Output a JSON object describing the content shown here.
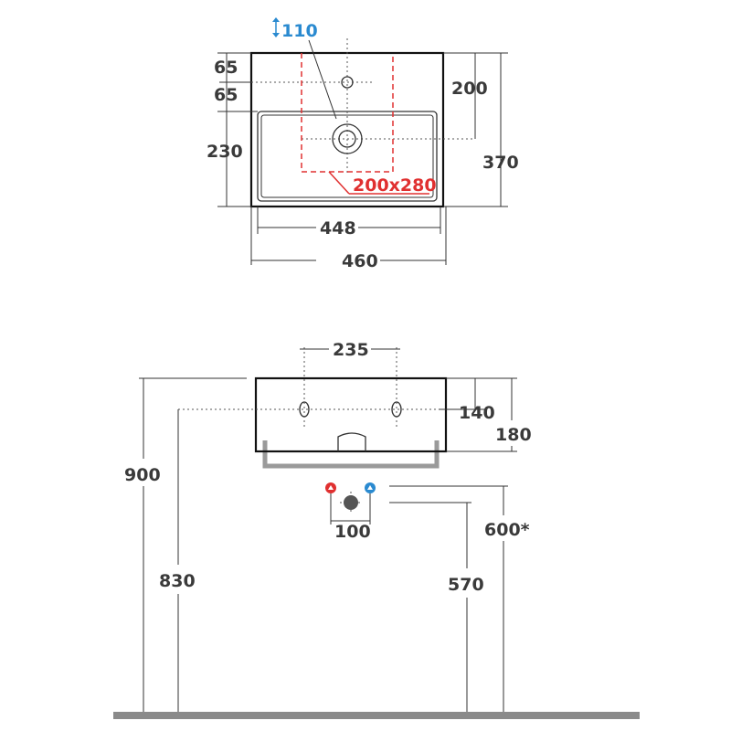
{
  "top_view": {
    "tap_hole_height": "110",
    "tap_offset_top": "65",
    "drain_offset_from_tap": "65",
    "inner_bowl_depth": "230",
    "drain_center_depth": "200",
    "total_depth": "370",
    "inner_width": "448",
    "total_width": "460",
    "tap_zone": "200x280"
  },
  "front_view": {
    "fixing_hole_spacing": "235",
    "fixing_hole_height": "140",
    "basin_height": "180",
    "top_height": "900",
    "fixing_height": "830",
    "supply_spacing": "100",
    "supply_height": "600*",
    "drain_height": "570"
  },
  "colors": {
    "hot_supply": "#e03030",
    "cold_supply": "#2a8ad0",
    "floor": "#8a8a8a",
    "wall_bracket": "#9a9a9a"
  },
  "icons": {
    "hot_supply": "hot-water-drop-icon",
    "cold_supply": "cold-water-drop-icon",
    "updown": "up-down-arrow-icon"
  }
}
